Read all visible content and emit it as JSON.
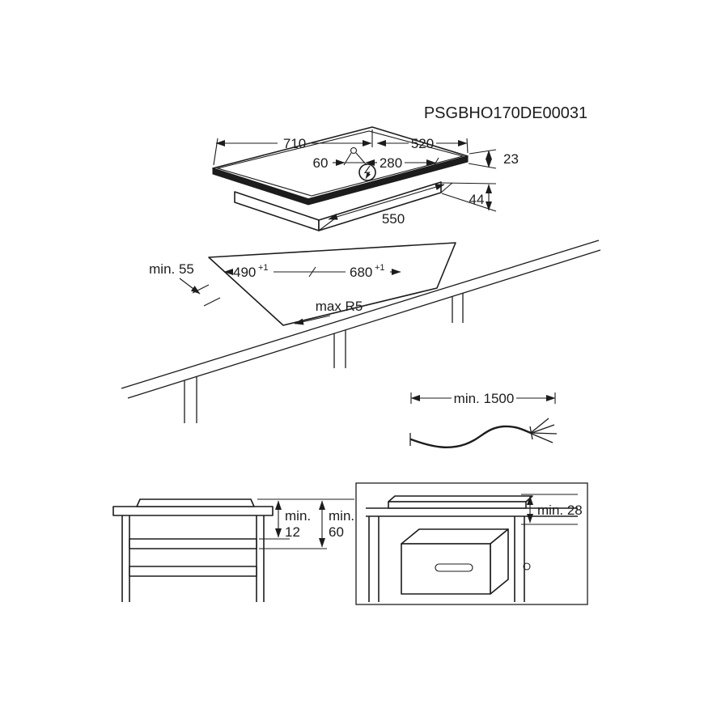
{
  "product_code": "PSGBHO170DE00031",
  "hob": {
    "width": "710",
    "depth": "520",
    "cable_offset_small": "60",
    "cable_offset_large": "280",
    "height_above": "23",
    "height_below": "44",
    "box_width": "550"
  },
  "cutout": {
    "front_clearance": "min. 55",
    "depth": "490",
    "depth_tol": "+1",
    "width": "680",
    "width_tol": "+1",
    "radius": "max R5"
  },
  "cable": {
    "length": "min. 1500"
  },
  "shelf_view": {
    "min_word": "min.",
    "gap_value": "12",
    "shelf_value": "60"
  },
  "oven_view": {
    "clearance": "min. 28"
  }
}
